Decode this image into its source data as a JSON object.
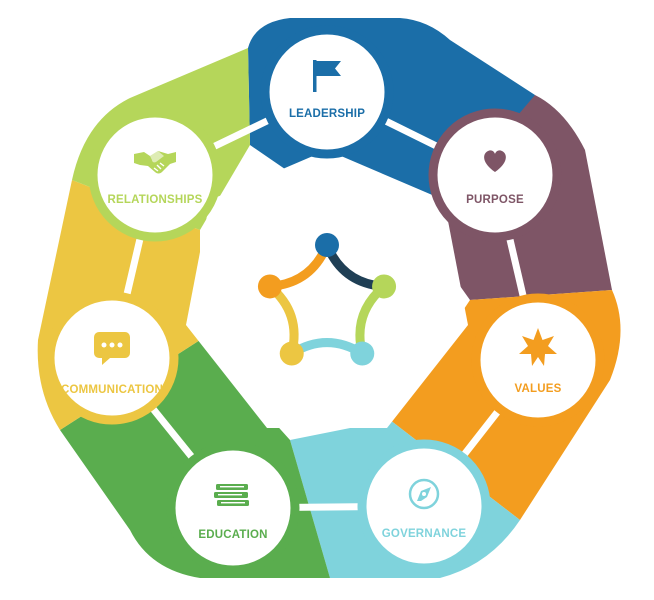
{
  "colors": {
    "leadership": "#1b6ea8",
    "purpose": "#7e5566",
    "values": "#f39d1f",
    "governance": "#7fd3dc",
    "education": "#5aad4e",
    "communication": "#ecc642",
    "relationships": "#b5d65a",
    "background": "#ffffff",
    "hub_dark": "#1f3f55"
  },
  "nodes": [
    {
      "key": "leadership",
      "label": "LEADERSHIP",
      "icon": "flag-icon",
      "color": "#1b6ea8"
    },
    {
      "key": "purpose",
      "label": "PURPOSE",
      "icon": "heart-icon",
      "color": "#7e5566"
    },
    {
      "key": "values",
      "label": "VALUES",
      "icon": "star-burst-icon",
      "color": "#f39d1f"
    },
    {
      "key": "governance",
      "label": "GOVERNANCE",
      "icon": "compass-icon",
      "color": "#7fd3dc"
    },
    {
      "key": "education",
      "label": "EDUCATION",
      "icon": "books-icon",
      "color": "#5aad4e"
    },
    {
      "key": "communication",
      "label": "COMMUNICATION",
      "icon": "chat-bubble-icon",
      "color": "#ecc642"
    },
    {
      "key": "relationships",
      "label": "RELATIONSHIPS",
      "icon": "handshake-icon",
      "color": "#b5d65a"
    }
  ],
  "center": {
    "icon": "people-circle-icon"
  }
}
